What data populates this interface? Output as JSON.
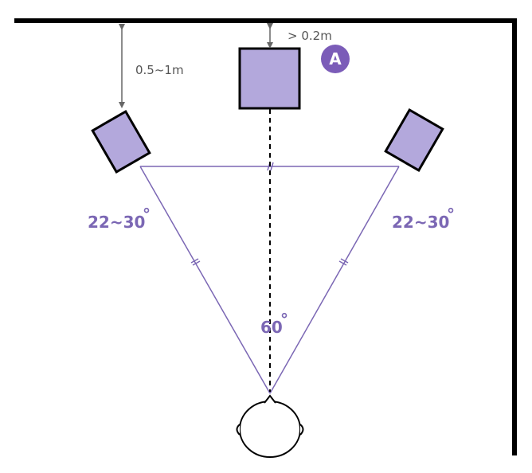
{
  "colors": {
    "wall": "#000000",
    "speaker_fill": "#b3a8dc",
    "speaker_stroke": "#000000",
    "accent": "#7b67b4",
    "dimension": "#666666",
    "dimension_text": "#555555",
    "badge_bg": "#7b5cb8",
    "badge_text": "#ffffff"
  },
  "labels": {
    "front_distance": "0.5~1m",
    "center_distance": "> 0.2m",
    "left_angle": "22~30",
    "right_angle": "22~30",
    "center_angle": "60",
    "degree_mark": "°",
    "badge": "A"
  },
  "icons": {
    "listener": "listener-head-icon",
    "speaker": "speaker-box-icon"
  }
}
